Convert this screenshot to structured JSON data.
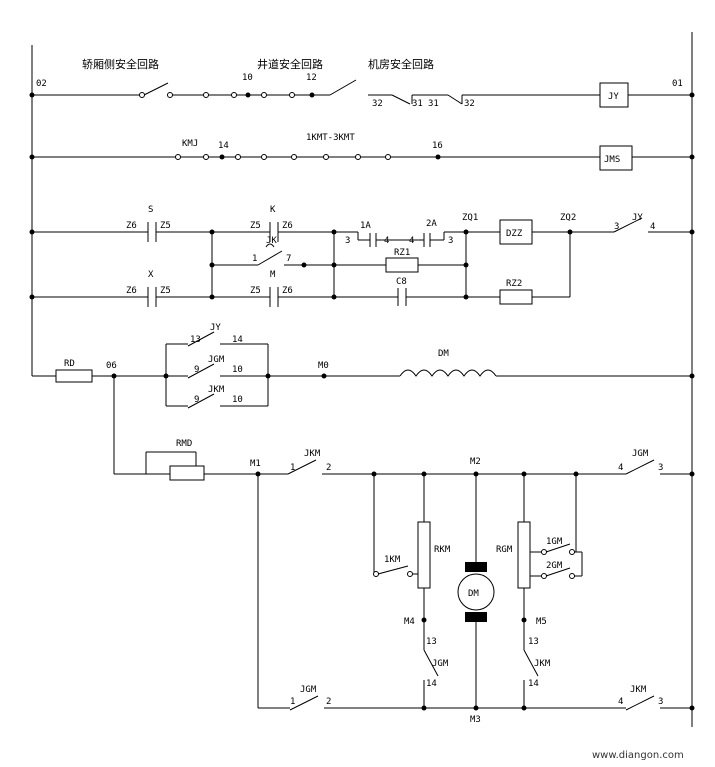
{
  "circuit_labels": {
    "car_door_loop": "轿厢侧安全回路",
    "shaft_loop": "井道安全回路",
    "machine_room_loop": "机房安全回路",
    "n02": "02",
    "n01": "01",
    "n10": "10",
    "n12": "12",
    "c32a": "32",
    "c31a": "31",
    "c31b": "31",
    "c32b": "32",
    "jy": "JY",
    "kmj": "KMJ",
    "n14": "14",
    "kmt": "1KMT-3KMT",
    "n16": "16",
    "jms": "JMS",
    "s": "S",
    "z6a": "Z6",
    "z5a": "Z5",
    "k": "K",
    "z5b": "Z5",
    "z6b": "Z6",
    "jk": "JK",
    "jk1": "1",
    "jk7": "7",
    "a1": "1A",
    "a1p3": "3",
    "a1p4": "4",
    "rz1": "RZ1",
    "a2": "2A",
    "a2p4": "4",
    "a2p3": "3",
    "zq1": "ZQ1",
    "dzz": "DZZ",
    "zq2": "ZQ2",
    "jy2": "JY",
    "jy3": "3",
    "jy4": "4",
    "x": "X",
    "z6c": "Z6",
    "z5c": "Z5",
    "m": "M",
    "z5d": "Z5",
    "z6d": "Z6",
    "c8": "C8",
    "rz2": "RZ2",
    "jy13": "13",
    "jy_b": "JY",
    "jy14": "14",
    "rd": "RD",
    "n06": "06",
    "jgm9": "9",
    "jgm": "JGM",
    "jgm10": "10",
    "jkm9": "9",
    "jkm": "JKM",
    "jkm10": "10",
    "m0": "M0",
    "dm": "DM",
    "rmd": "RMD",
    "m1": "M1",
    "jkm_b1": "1",
    "jkm_b": "JKM",
    "jkm_b2": "2",
    "m2": "M2",
    "jgm_r4": "4",
    "jgm_r": "JGM",
    "jgm_r3": "3",
    "km1": "1KM",
    "rkm": "RKM",
    "rgm": "RGM",
    "gm1": "1GM",
    "gm2": "2GM",
    "motor": "DM",
    "m4": "M4",
    "m5": "M5",
    "jgm_l13": "13",
    "jgm_l": "JGM",
    "jgm_l14": "14",
    "jkm_r13": "13",
    "jkm_r": "JKM",
    "jkm_r14": "14",
    "jgm_b1": "1",
    "jgm_b": "JGM",
    "jgm_b2": "2",
    "jkm_bb4": "4",
    "jkm_bb": "JKM",
    "jkm_bb3": "3",
    "m3": "M3"
  },
  "watermark": "www.diangon.com"
}
